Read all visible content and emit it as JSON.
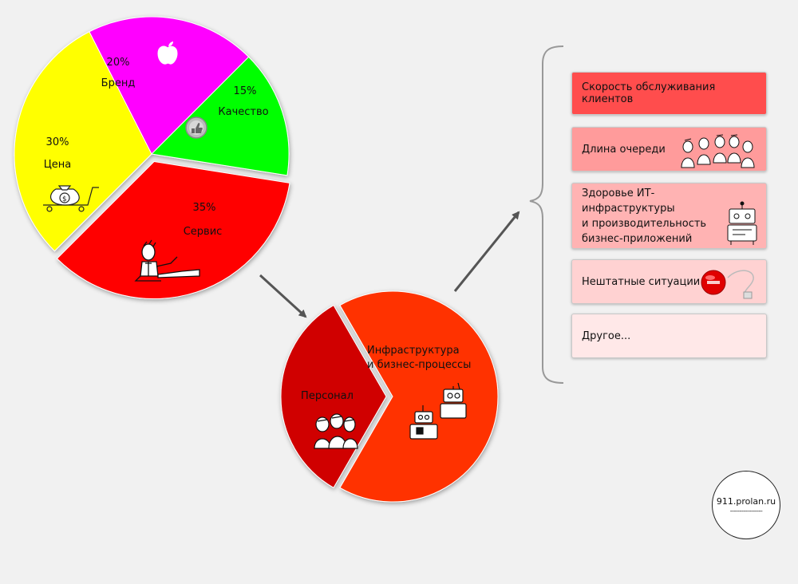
{
  "chart_data": [
    {
      "type": "pie",
      "title": "",
      "slices": [
        {
          "label": "Цена",
          "value_label": "30%",
          "value": 30,
          "color": "#ffff00",
          "icon": "money-bag-cart-icon"
        },
        {
          "label": "Бренд",
          "value_label": "20%",
          "value": 20,
          "color": "#ff00ff",
          "icon": "apple-icon"
        },
        {
          "label": "Качество",
          "value_label": "15%",
          "value": 15,
          "color": "#00ff00",
          "icon": "thumbs-up-icon"
        },
        {
          "label": "Сервис",
          "value_label": "35%",
          "value": 35,
          "color": "#ff0000",
          "icon": "relaxing-man-icon",
          "exploded": true
        }
      ]
    },
    {
      "type": "pie",
      "title": "",
      "slices": [
        {
          "label": "Персонал",
          "color": "#d00000",
          "icon": "people-group-icon",
          "exploded": true
        },
        {
          "label": "Инфраструктура\nи бизнес-процессы",
          "color": "#ff3300",
          "icon": "robots-icon"
        }
      ]
    }
  ],
  "list": {
    "items": [
      {
        "label": "Скорость обслуживания клиентов",
        "color": "#ff4d4d",
        "icon": ""
      },
      {
        "label": "Длина очереди",
        "color": "#ff9b9b",
        "icon": "queue-people-icon"
      },
      {
        "label": "Здоровье ИТ-инфраструктуры\nи производительность\nбизнес-приложений",
        "color": "#ffb3b3",
        "icon": "robot-icon"
      },
      {
        "label": "Нештатные ситуации",
        "color": "#ffd2d2",
        "icon": "red-button-icon"
      },
      {
        "label": "Другое...",
        "color": "#ffe8e8",
        "icon": ""
      }
    ]
  },
  "logo": {
    "text": "911.prolan.ru",
    "rule": "-----------------"
  }
}
